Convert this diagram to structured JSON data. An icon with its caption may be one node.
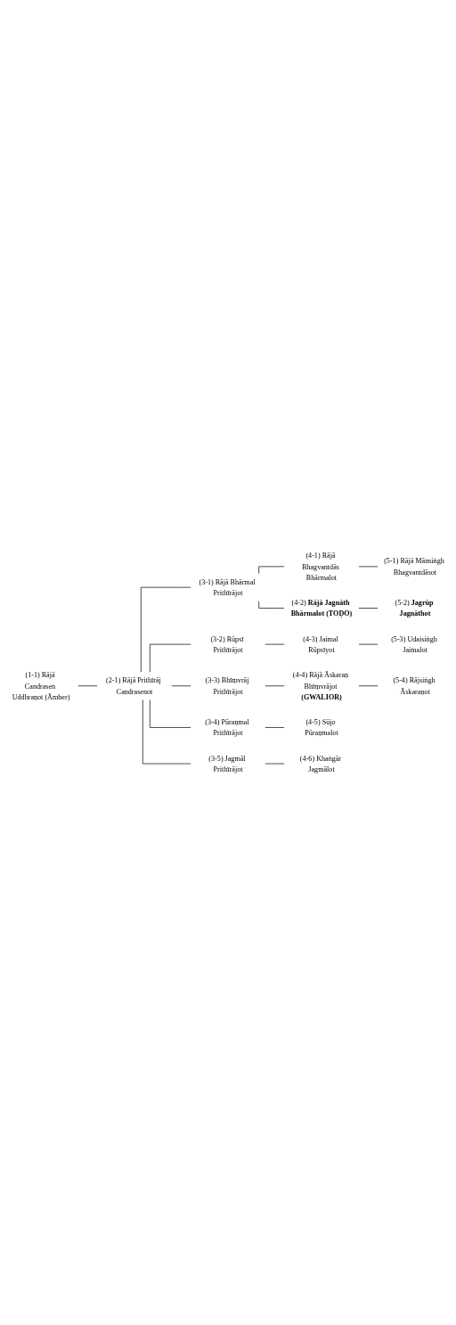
{
  "diagram": {
    "nodes": [
      {
        "text": [
          "(1-1) Rājā Candrasen Uddhraṇot (Āmber)"
        ]
      },
      {
        "text": [
          "(2-1) Rājā Prithīrāj Candrasenot"
        ]
      },
      {
        "text": [
          "(3-1) Rājā Bhārmal Prithīrājot"
        ]
      },
      {
        "text": [
          "(3-2) Rūpsī Prithīrājot"
        ]
      },
      {
        "text": [
          "(3-3) Bhīṃvrāj Prithīrājot"
        ]
      },
      {
        "text": [
          "(3-4) Pūraṇmal Prithīrājot"
        ]
      },
      {
        "text": [
          "(3-5) Jagmāl Prithīrājot"
        ]
      },
      {
        "text": [
          "(4-1) Rājā Bhagvantdās Bhārmalot"
        ]
      },
      {
        "text": [
          "(4-2) **Rājā Jagnāth Bhārmalot (TOḌO)**"
        ]
      },
      {
        "text": [
          "(4-3) Jaimal Rūpsīyot"
        ]
      },
      {
        "text": [
          "(4-4) Rājā Āskaraṇ Bhīṃvrājot **(GWALIOR)**"
        ]
      },
      {
        "text": [
          "(4-5) Sūjo Pūraṇmalot"
        ]
      },
      {
        "text": [
          "(4-6) Khaṅgār Jagmālot"
        ]
      },
      {
        "text": [
          "(5-1) Rājā Mānsiṅgh Bhagvantdāsot"
        ]
      },
      {
        "text": [
          "(5-2) **Jagrūp Jagnāthot**"
        ]
      },
      {
        "text": [
          "(5-3) Udaisiṅgh Jaimalot"
        ]
      },
      {
        "text": [
          "(5-4) Rājsiṅgh Āskaraṇot"
        ]
      }
    ],
    "edges": [
      {
        "from": 0,
        "to": 1,
        "arrow": "none"
      },
      {
        "from": 1,
        "to": 2,
        "arrow": "none"
      },
      {
        "from": 1,
        "to": 3,
        "arrow": "none"
      },
      {
        "from": 1,
        "to": 4,
        "arrow": "none"
      },
      {
        "from": 1,
        "to": 5,
        "arrow": "none"
      },
      {
        "from": 1,
        "to": 6,
        "arrow": "none"
      },
      {
        "from": 2,
        "to": 7,
        "arrow": "none"
      },
      {
        "from": 2,
        "to": 8,
        "arrow": "none"
      },
      {
        "from": 3,
        "to": 9,
        "arrow": "none"
      },
      {
        "from": 4,
        "to": 10,
        "arrow": "none"
      },
      {
        "from": 5,
        "to": 11,
        "arrow": "none"
      },
      {
        "from": 6,
        "to": 12,
        "arrow": "none"
      },
      {
        "from": 7,
        "to": 13,
        "arrow": "none"
      },
      {
        "from": 8,
        "to": 14,
        "arrow": "none"
      },
      {
        "from": 9,
        "to": 15,
        "arrow": "none"
      },
      {
        "from": 10,
        "to": 16,
        "arrow": "none"
      }
    ]
  }
}
